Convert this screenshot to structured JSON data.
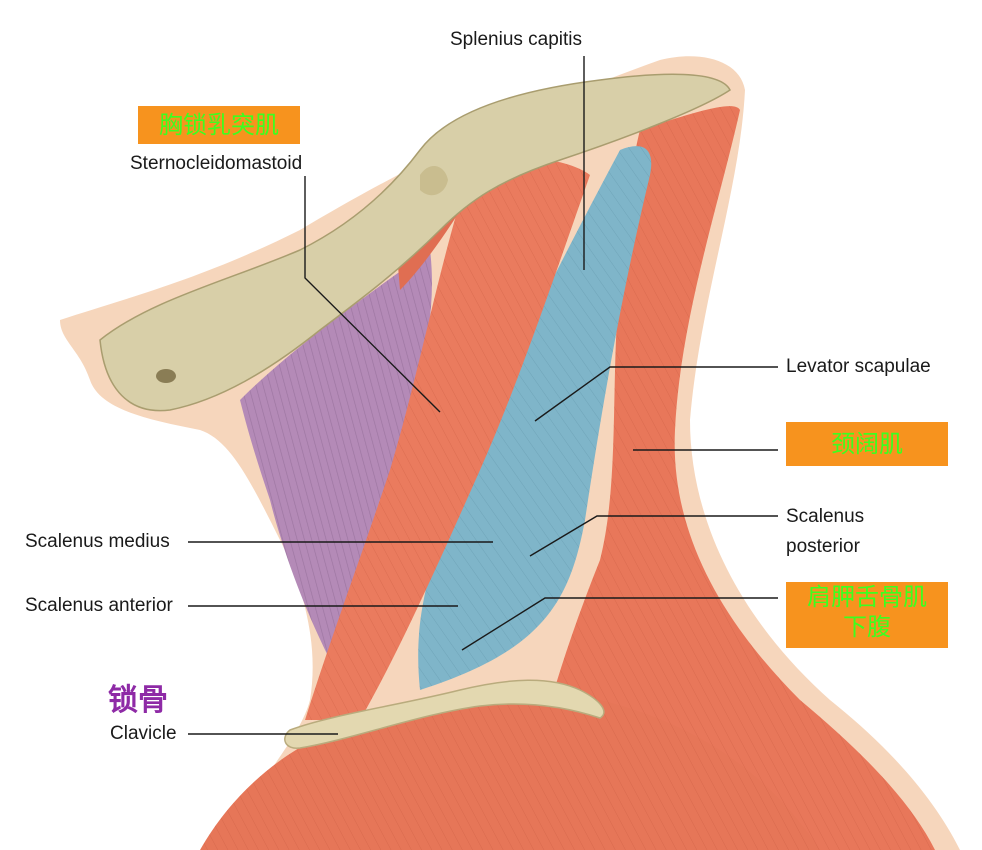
{
  "labels": {
    "splenius_capitis": "Splenius capitis",
    "sternocleidomastoid": "Sternocleidomastoid",
    "levator_scapulae": "Levator scapulae",
    "scalenus_medius": "Scalenus medius",
    "scalenus_posterior_line1": "Scalenus",
    "scalenus_posterior_line2": "posterior",
    "scalenus_anterior": "Scalenus anterior",
    "clavicle": "Clavicle"
  },
  "chinese_labels": {
    "sternocleidomastoid": "胸锁乳突肌",
    "platysma": "颈阔肌",
    "omohyoid_line1": "肩胛舌骨肌",
    "omohyoid_line2": "下腹",
    "clavicle": "锁骨"
  },
  "colors": {
    "badge_background": "#f7931e",
    "badge_text": "#3cff1f",
    "clavicle_cn_text": "#8e2aa6",
    "muscle": "#e8775a",
    "deep_muscle": "#7fb5c9",
    "scalene": "#b48ab7",
    "bone": "#d8cfa8",
    "skin": "#f6d6bc"
  }
}
